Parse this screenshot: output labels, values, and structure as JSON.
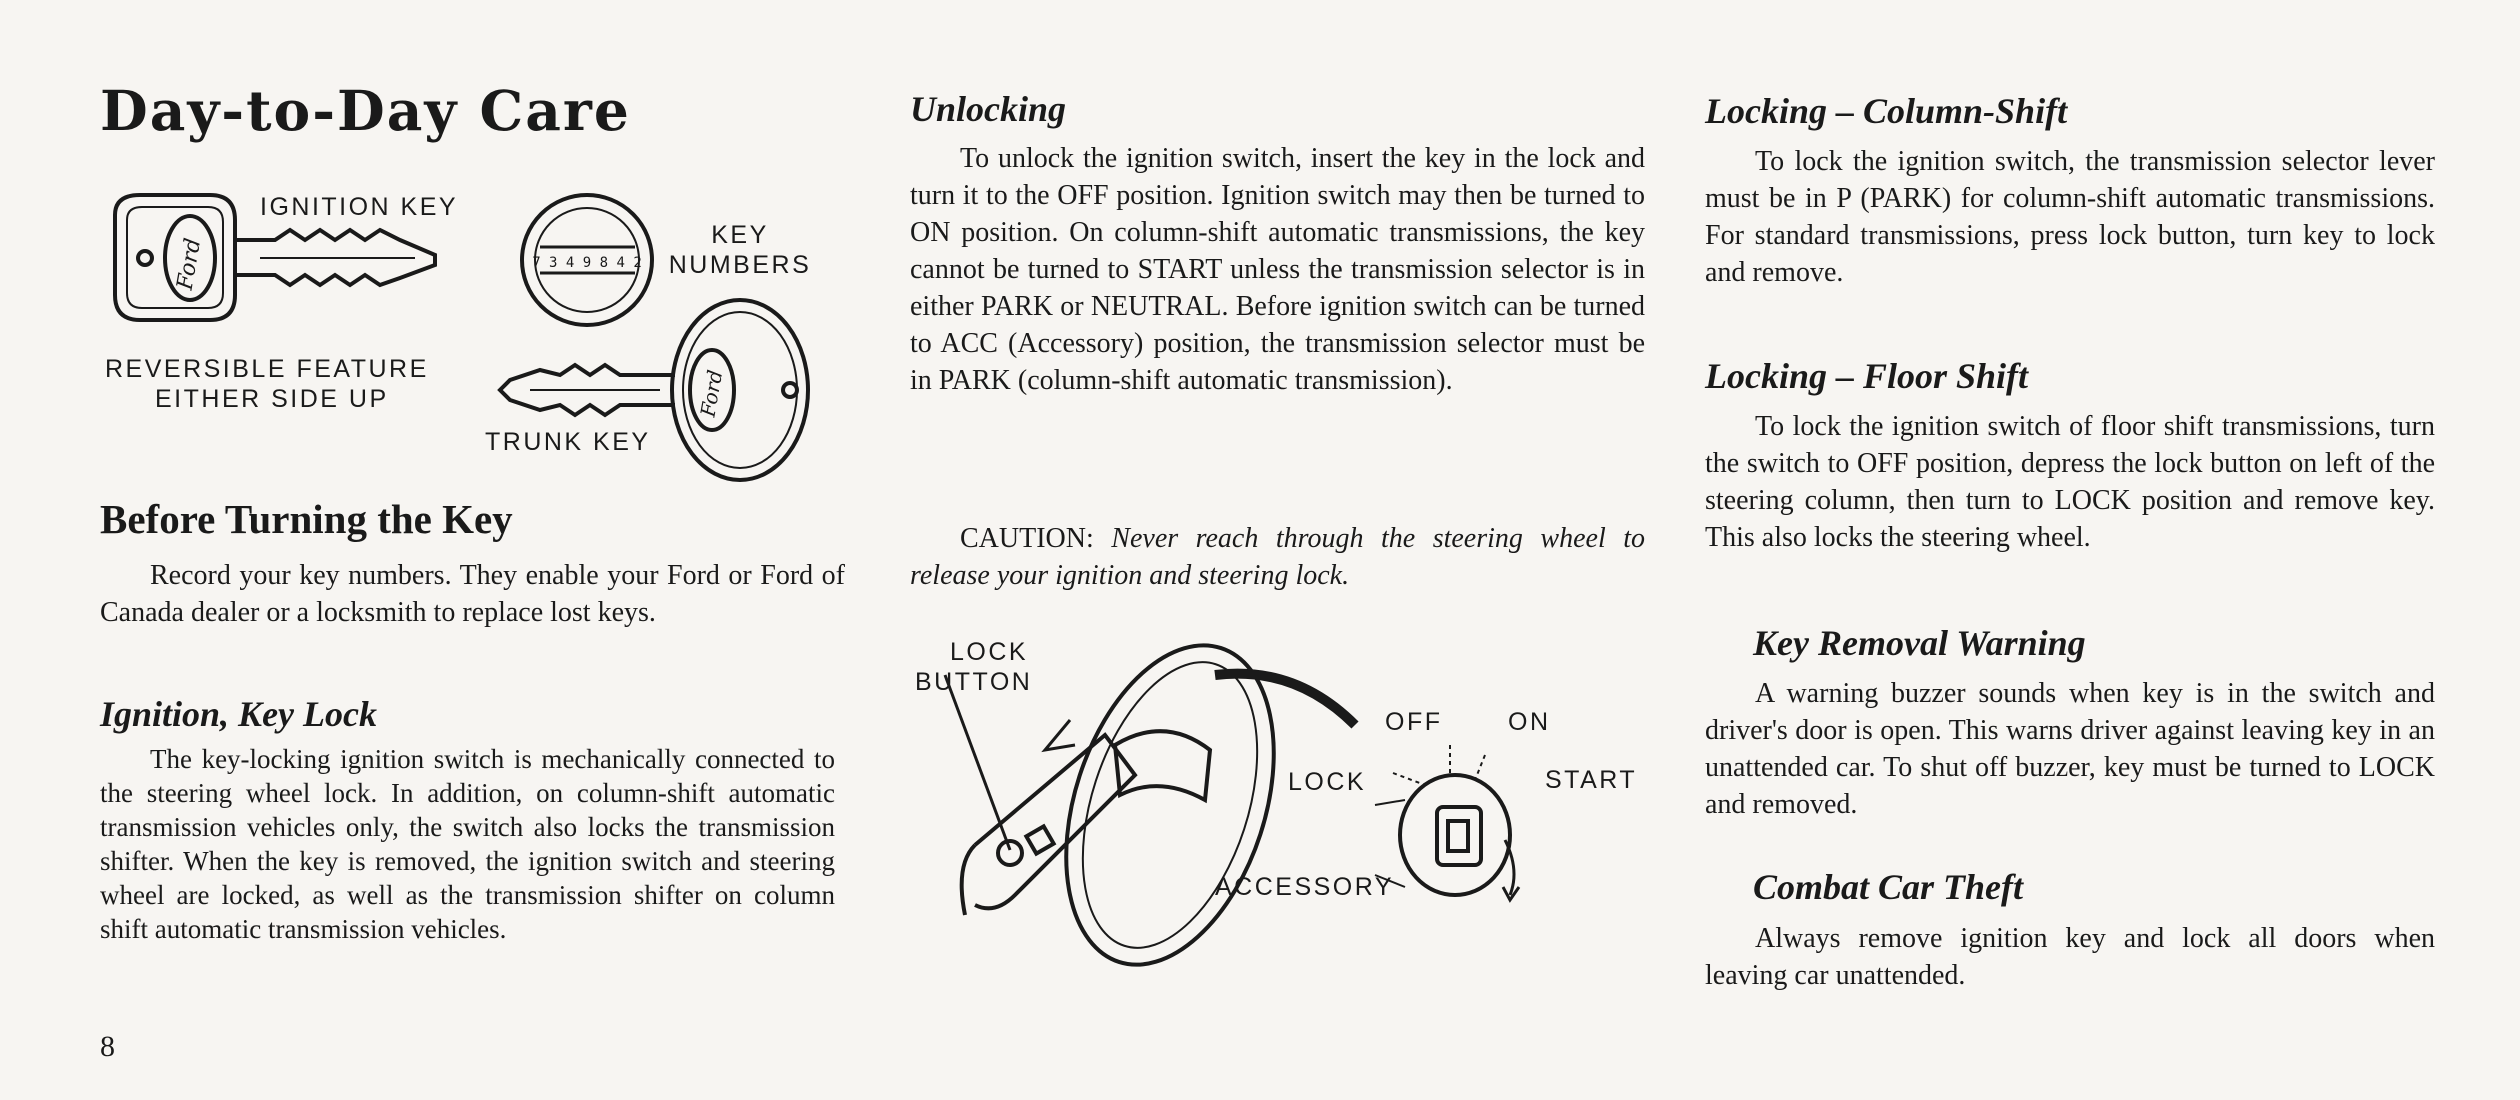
{
  "page_title": "Day-to-Day Care",
  "keys_figure": {
    "ignition_key": "IGNITION KEY",
    "key_numbers_line1": "KEY",
    "key_numbers_line2": "NUMBERS",
    "reversible_line1": "REVERSIBLE FEATURE",
    "reversible_line2": "EITHER SIDE UP",
    "trunk_key": "TRUNK KEY",
    "key_code": "7 3 4 9 8 4 2",
    "brand": "Ford"
  },
  "before_turning": {
    "heading": "Before Turning the Key",
    "body": "Record your key numbers. They enable your Ford or Ford of Canada dealer or a locksmith to replace lost keys."
  },
  "ignition_key_lock": {
    "heading": "Ignition, Key Lock",
    "body": "The key-locking ignition switch is mechanically connected to the steering wheel lock. In addition, on column-shift automatic transmission vehicles only, the switch also locks the transmission shifter. When the key is removed, the ignition switch and steering wheel are locked, as well as the transmission shifter on column shift automatic transmission vehicles."
  },
  "page_number": "8",
  "unlocking": {
    "heading": "Unlocking",
    "body": "To unlock the ignition switch, insert the key in the lock and turn it to the OFF position. Ignition switch may then be turned to ON position. On column-shift automatic transmissions, the key cannot be turned to START unless the transmission selector is in either PARK or NEUTRAL. Before ignition switch can be turned to ACC (Accessory) position, the transmission selector must be in PARK (column-shift automatic transmission).",
    "caution_prefix": "CAUTION: ",
    "caution_text": "Never reach through the steering wheel to release your ignition and steering lock."
  },
  "wheel_figure": {
    "lock_button_line1": "LOCK",
    "lock_button_line2": "BUTTON",
    "off": "OFF",
    "on": "ON",
    "lock": "LOCK",
    "start": "START",
    "accessory": "ACCESSORY"
  },
  "locking_column": {
    "heading": "Locking – Column-Shift",
    "body": "To lock the ignition switch, the transmission selector lever must be in P (PARK) for column-shift automatic transmissions. For standard transmissions, press lock button, turn key to lock and remove."
  },
  "locking_floor": {
    "heading": "Locking – Floor Shift",
    "body": "To lock the ignition switch of floor shift transmissions, turn the switch to OFF position, depress the lock button on left of the steering column, then turn to LOCK position and remove key. This also locks the steering wheel."
  },
  "key_removal": {
    "heading": "Key Removal Warning",
    "body": "A warning buzzer sounds when key is in the switch and driver's door is open. This warns driver against leaving key in an unattended car. To shut off buzzer, key must be turned to LOCK and removed."
  },
  "combat_theft": {
    "heading": "Combat Car Theft",
    "body": "Always remove ignition key and lock all doors when leaving car unattended."
  }
}
